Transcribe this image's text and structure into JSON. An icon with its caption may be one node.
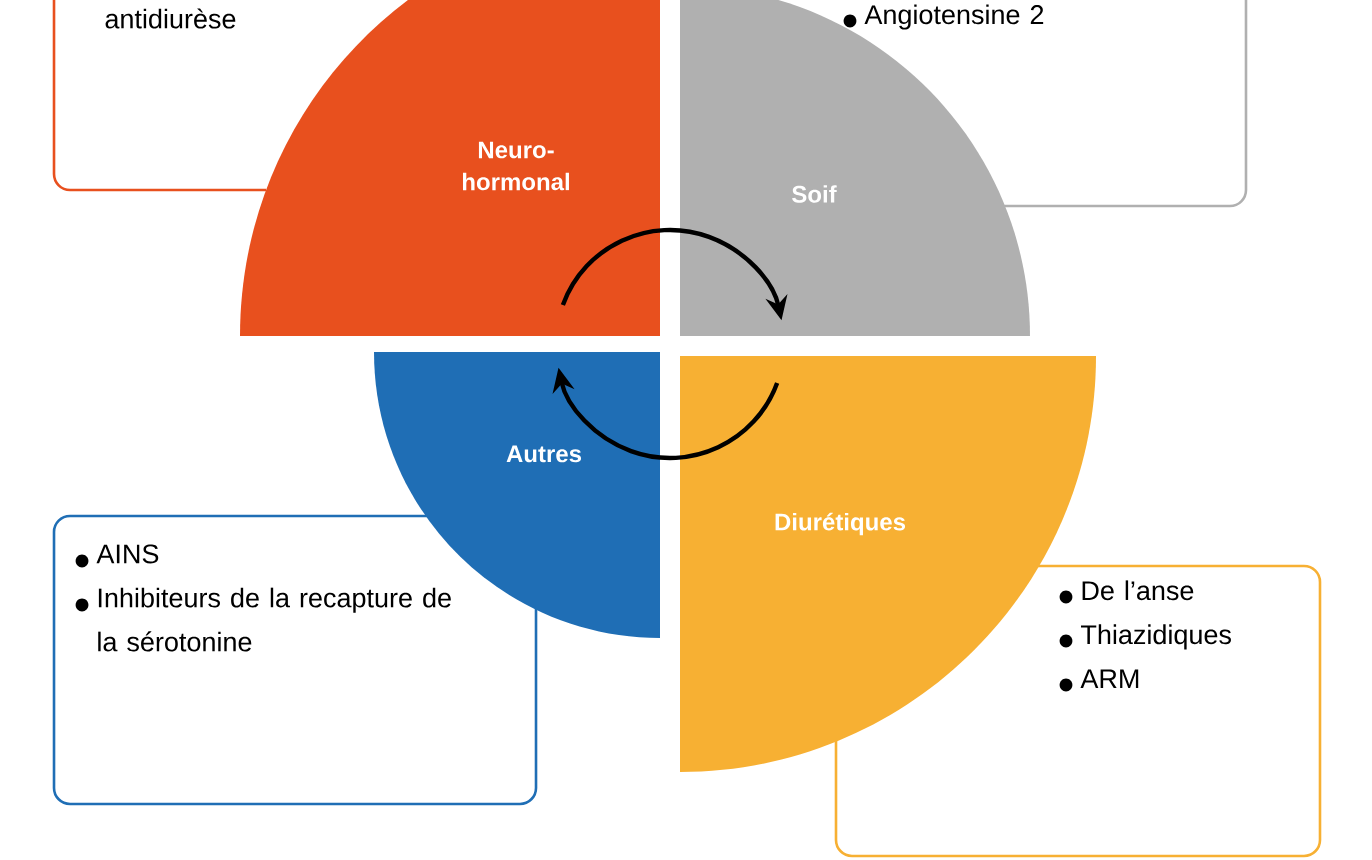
{
  "diagram": {
    "nodes": [
      {
        "text": [
          "antidiurèse"
        ]
      },
      {
        "text": [
          "Angiotensine 2"
        ]
      },
      {
        "text": [
          "Neuro-hormonal"
        ]
      },
      {
        "text": [
          "Soif"
        ]
      },
      {
        "text": [
          "Autres"
        ]
      },
      {
        "text": [
          "Diurétiques"
        ]
      },
      {
        "text": [
          "AINS",
          "Inhibiteurs de la recapture de la sérotonine"
        ]
      },
      {
        "text": [
          "De l’anse",
          "Thiazidiques",
          "ARM"
        ]
      }
    ],
    "edges": [
      {
        "from": 2,
        "to": 3,
        "arrow": "to"
      },
      {
        "from": 5,
        "to": 4,
        "arrow": "to"
      }
    ]
  }
}
